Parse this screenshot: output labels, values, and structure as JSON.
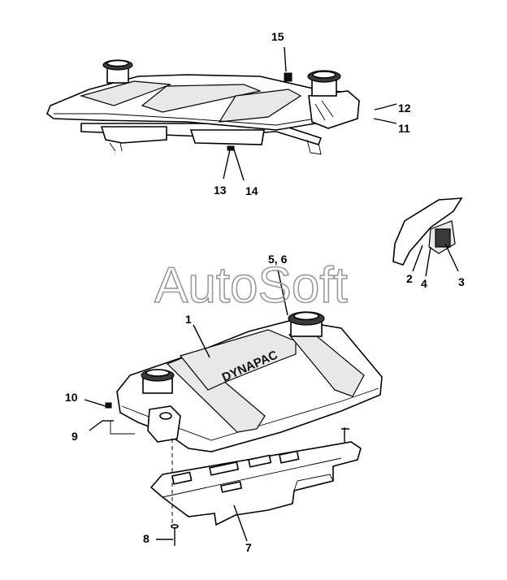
{
  "watermark": "AutoSoft",
  "brand_label": "DYNAPAC",
  "callouts": {
    "c1": "1",
    "c2": "2",
    "c3": "3",
    "c4": "4",
    "c56": "5, 6",
    "c7": "7",
    "c8": "8",
    "c9": "9",
    "c10": "10",
    "c11": "11",
    "c12": "12",
    "c13": "13",
    "c14": "14",
    "c15": "15"
  }
}
